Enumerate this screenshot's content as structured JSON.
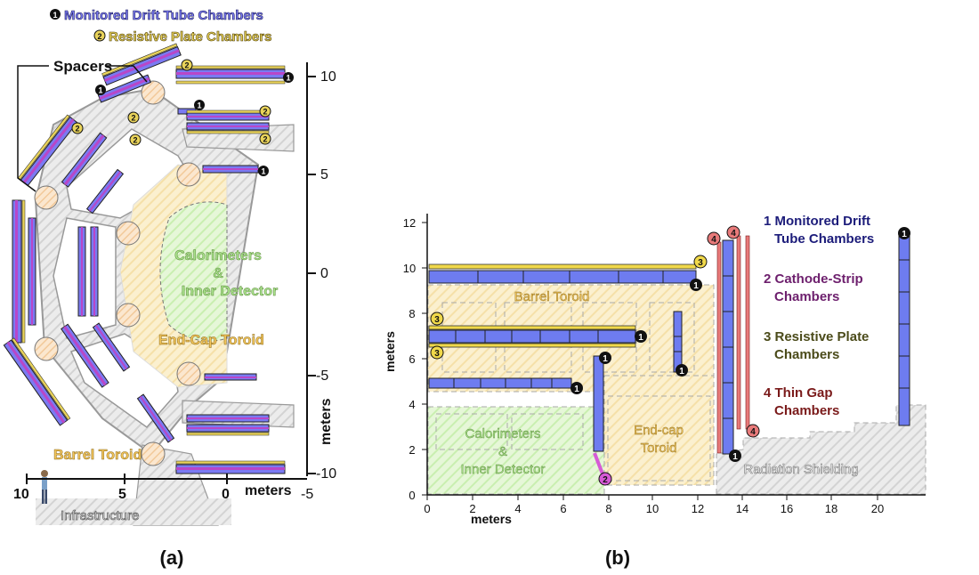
{
  "panel_a": {
    "legend": {
      "mdt_marker": "1",
      "mdt_label": "Monitored Drift Tube Chambers",
      "rpc_marker": "2",
      "rpc_label": "Resistive Plate Chambers"
    },
    "spacers_label": "Spacers",
    "calorimeters_label": [
      "Calorimeters",
      "&",
      "Inner Detector"
    ],
    "endcap_toroid_label": "End-Cap Toroid",
    "barrel_toroid_label": "Barrel Toroid",
    "infrastructure_label": "Infrastructure",
    "y_axis": {
      "label": "meters",
      "ticks": [
        "10",
        "5",
        "0",
        "-5",
        "-10"
      ]
    },
    "x_axis": {
      "label": "meters",
      "ticks": [
        "10",
        "5",
        "0",
        "-5"
      ]
    },
    "caption": "(a)",
    "colors": {
      "mdt": "#7a7af2",
      "mdt_inner": "#b847c8",
      "rpc": "#e9d35a",
      "structure": "#d9d9d9"
    }
  },
  "panel_b": {
    "y_axis": {
      "label": "meters",
      "ticks": [
        "0",
        "2",
        "4",
        "6",
        "8",
        "10",
        "12"
      ]
    },
    "x_axis": {
      "label": "meters",
      "ticks": [
        "0",
        "2",
        "4",
        "6",
        "8",
        "10",
        "12",
        "14",
        "16",
        "18",
        "20"
      ]
    },
    "barrel_toroid_label": "Barrel Toroid",
    "endcap_toroid_label": [
      "End-cap",
      "Toroid"
    ],
    "calorimeters_label": [
      "Calorimeters",
      "&",
      "Inner Detector"
    ],
    "radiation_label": "Radiation Shielding",
    "legend": [
      {
        "lines": [
          "1 Monitored Drift",
          "Tube Chambers"
        ],
        "color": "#1c1c7a"
      },
      {
        "lines": [
          "2 Cathode-Strip",
          "Chambers"
        ],
        "color": "#6d1f6d"
      },
      {
        "lines": [
          "3 Resistive Plate",
          "Chambers"
        ],
        "color": "#4b4b1a"
      },
      {
        "lines": [
          "4 Thin Gap",
          "Chambers"
        ],
        "color": "#7a1a1a"
      }
    ],
    "caption": "(b)",
    "colors": {
      "mdt": "#6e7cf0",
      "csc": "#d65ad6",
      "rpc": "#f0d84a",
      "tgc": "#e87a7a",
      "toroid": "#f5e0a8",
      "calo": "#c9efb0"
    }
  }
}
